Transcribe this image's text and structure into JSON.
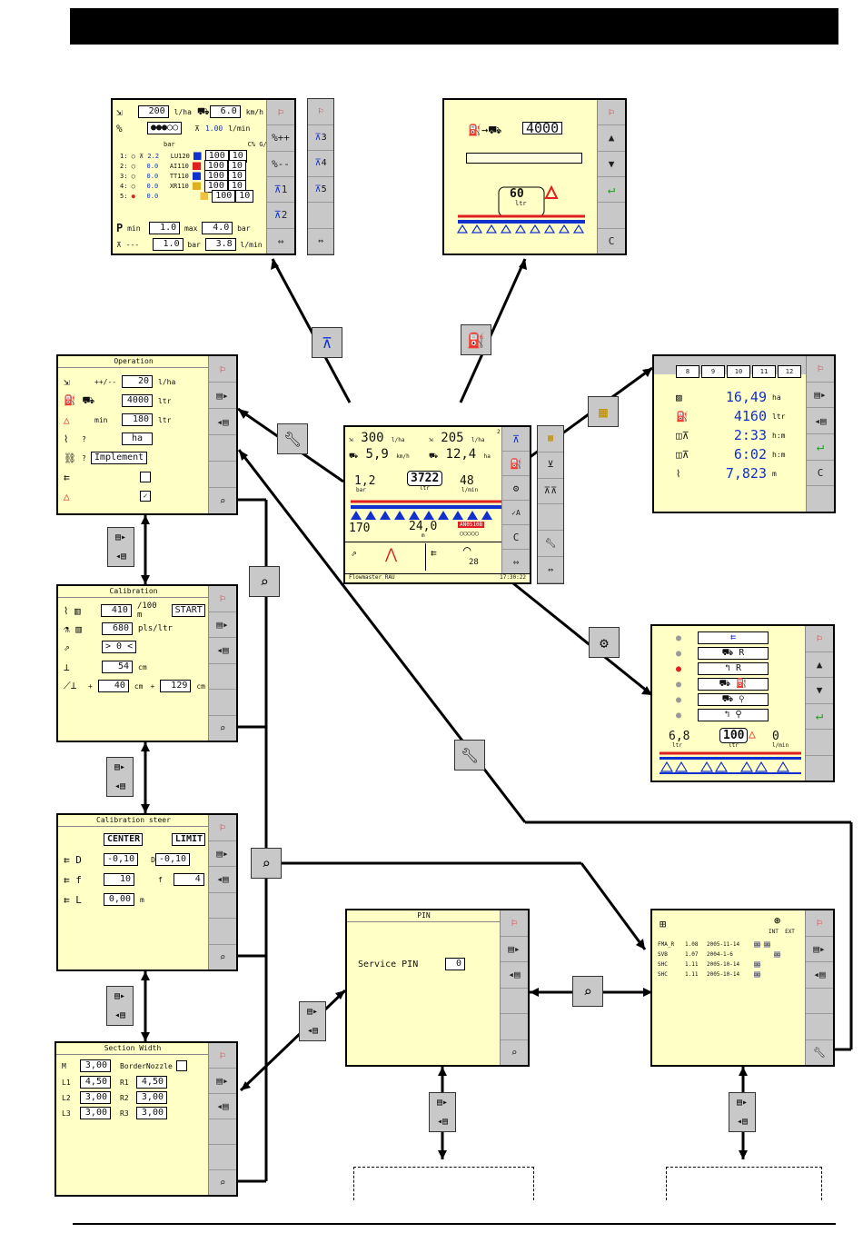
{
  "main": {
    "rate1": "300",
    "rate1_unit": "l/ha",
    "rate2": "205",
    "rate2_unit": "l/ha",
    "speed": "5,9",
    "speed_unit": "km/h",
    "area": "12,4",
    "area_unit": "ha",
    "pressure": "1,2",
    "pressure_unit": "bar",
    "tank": "3722",
    "tank_unit": "ltr",
    "flow": "48",
    "flow_unit": "l/min",
    "left_val": "170",
    "width": "24,0",
    "width_unit": "m",
    "tag": "AN0510B",
    "gauge": "28",
    "footer_left": "Flowmaster RAU",
    "clock": "17:30:22",
    "corner": "2"
  },
  "nozzle_screen": {
    "rate": "200",
    "rate_unit": "l/ha",
    "speed": "6.0",
    "speed_unit": "km/h",
    "dots": "●●●○○",
    "flow_val": "1.00",
    "flow_unit": "l/min",
    "head_bar": "bar",
    "head_c": "C%",
    "head_g": "G/s",
    "rows": [
      {
        "n": "1:",
        "p": "2.2",
        "type": "LU120",
        "a": "100",
        "b": "10"
      },
      {
        "n": "2:",
        "p": "0.0",
        "type": "AI110",
        "a": "100",
        "b": "10"
      },
      {
        "n": "3:",
        "p": "0.0",
        "type": "TT110",
        "a": "100",
        "b": "10"
      },
      {
        "n": "4:",
        "p": "0.0",
        "type": "XR110",
        "a": "100",
        "b": "10"
      },
      {
        "n": "5:",
        "p": "0.0",
        "type": "",
        "a": "100",
        "b": "10"
      }
    ],
    "p_label": "P",
    "min_label": "min",
    "min_val": "1.0",
    "max_label": "max",
    "max_val": "4.0",
    "bar": "bar",
    "dash": "---",
    "min2": "1.0",
    "bar2": "bar",
    "max2": "3.8",
    "lmin": "l/min",
    "side": [
      "%++",
      "%--",
      "1",
      "2"
    ],
    "strip": [
      "3",
      "4",
      "5"
    ]
  },
  "fill_screen": {
    "target": "4000",
    "tank": "60",
    "tank_unit": "ltr"
  },
  "operation": {
    "title": "Operation",
    "step_label": "++/--",
    "step": "20",
    "step_unit": "l/ha",
    "tank": "4000",
    "tank_unit": "ltr",
    "min_label": "min",
    "min": "180",
    "min_unit": "ltr",
    "area_q": "?",
    "area": "ha",
    "impl_q": "?",
    "impl": "Implement"
  },
  "calibration": {
    "title": "Calibration",
    "dist": "410",
    "dist_unit": "/100 m",
    "start": "START",
    "pls": "680",
    "pls_unit": "pls/ltr",
    "steer": "> 0 <",
    "h1": "54",
    "h1_unit": "cm",
    "h2": "40",
    "h2_unit": "cm",
    "plus": "+",
    "h3": "129",
    "h3_unit": "cm"
  },
  "calibration_steer": {
    "title": "Calibration steer",
    "center": "CENTER",
    "limit": "LIMIT",
    "d1": "-0,10",
    "d2": "-0,10",
    "f1": "10",
    "f2": "4",
    "l": "0,00",
    "l_unit": "m"
  },
  "section_width": {
    "title": "Section Width",
    "m_label": "M",
    "m": "3,00",
    "border": "BorderNozzle",
    "l1_label": "L1",
    "l1": "4,50",
    "r1_label": "R1",
    "r1": "4,50",
    "l2_label": "L2",
    "l2": "3,00",
    "r2_label": "R2",
    "r2": "3,00",
    "l3_label": "L3",
    "l3": "3,00",
    "r3_label": "R3",
    "r3": "3,00"
  },
  "counters": {
    "tabs": [
      "8",
      "9",
      "10",
      "11",
      "12"
    ],
    "area": "16,49",
    "area_unit": "ha",
    "vol": "4160",
    "vol_unit": "ltr",
    "t1": "2:33",
    "t1_unit": "h:m",
    "t2": "6:02",
    "t2_unit": "h:m",
    "dist": "7,823",
    "dist_unit": "m"
  },
  "pump_screen": {
    "modes": [
      "",
      "R",
      "R",
      "",
      "",
      ""
    ],
    "left": "6,8",
    "left_unit": "ltr",
    "tank": "100",
    "tank_unit": "ltr",
    "right": "0",
    "right_unit": "l/min"
  },
  "pin": {
    "title": "PIN",
    "label": "Service PIN",
    "value": "0"
  },
  "versions": {
    "int": "INT",
    "ext": "EXT",
    "rows": [
      {
        "name": "FMA_R",
        "ver": "1.08",
        "date": "2005-11-14"
      },
      {
        "name": "SVB",
        "ver": "1.07",
        "date": "2004-1-6"
      },
      {
        "name": "SHC",
        "ver": "1.11",
        "date": "2005-10-14"
      },
      {
        "name": "SHC",
        "ver": "1.11",
        "date": "2005-10-14"
      }
    ]
  },
  "colors": {
    "screen": "#ffffc6",
    "sidebar": "#c8c8c8",
    "accent_blue": "#1030d0",
    "boom_red": "#e02020"
  }
}
